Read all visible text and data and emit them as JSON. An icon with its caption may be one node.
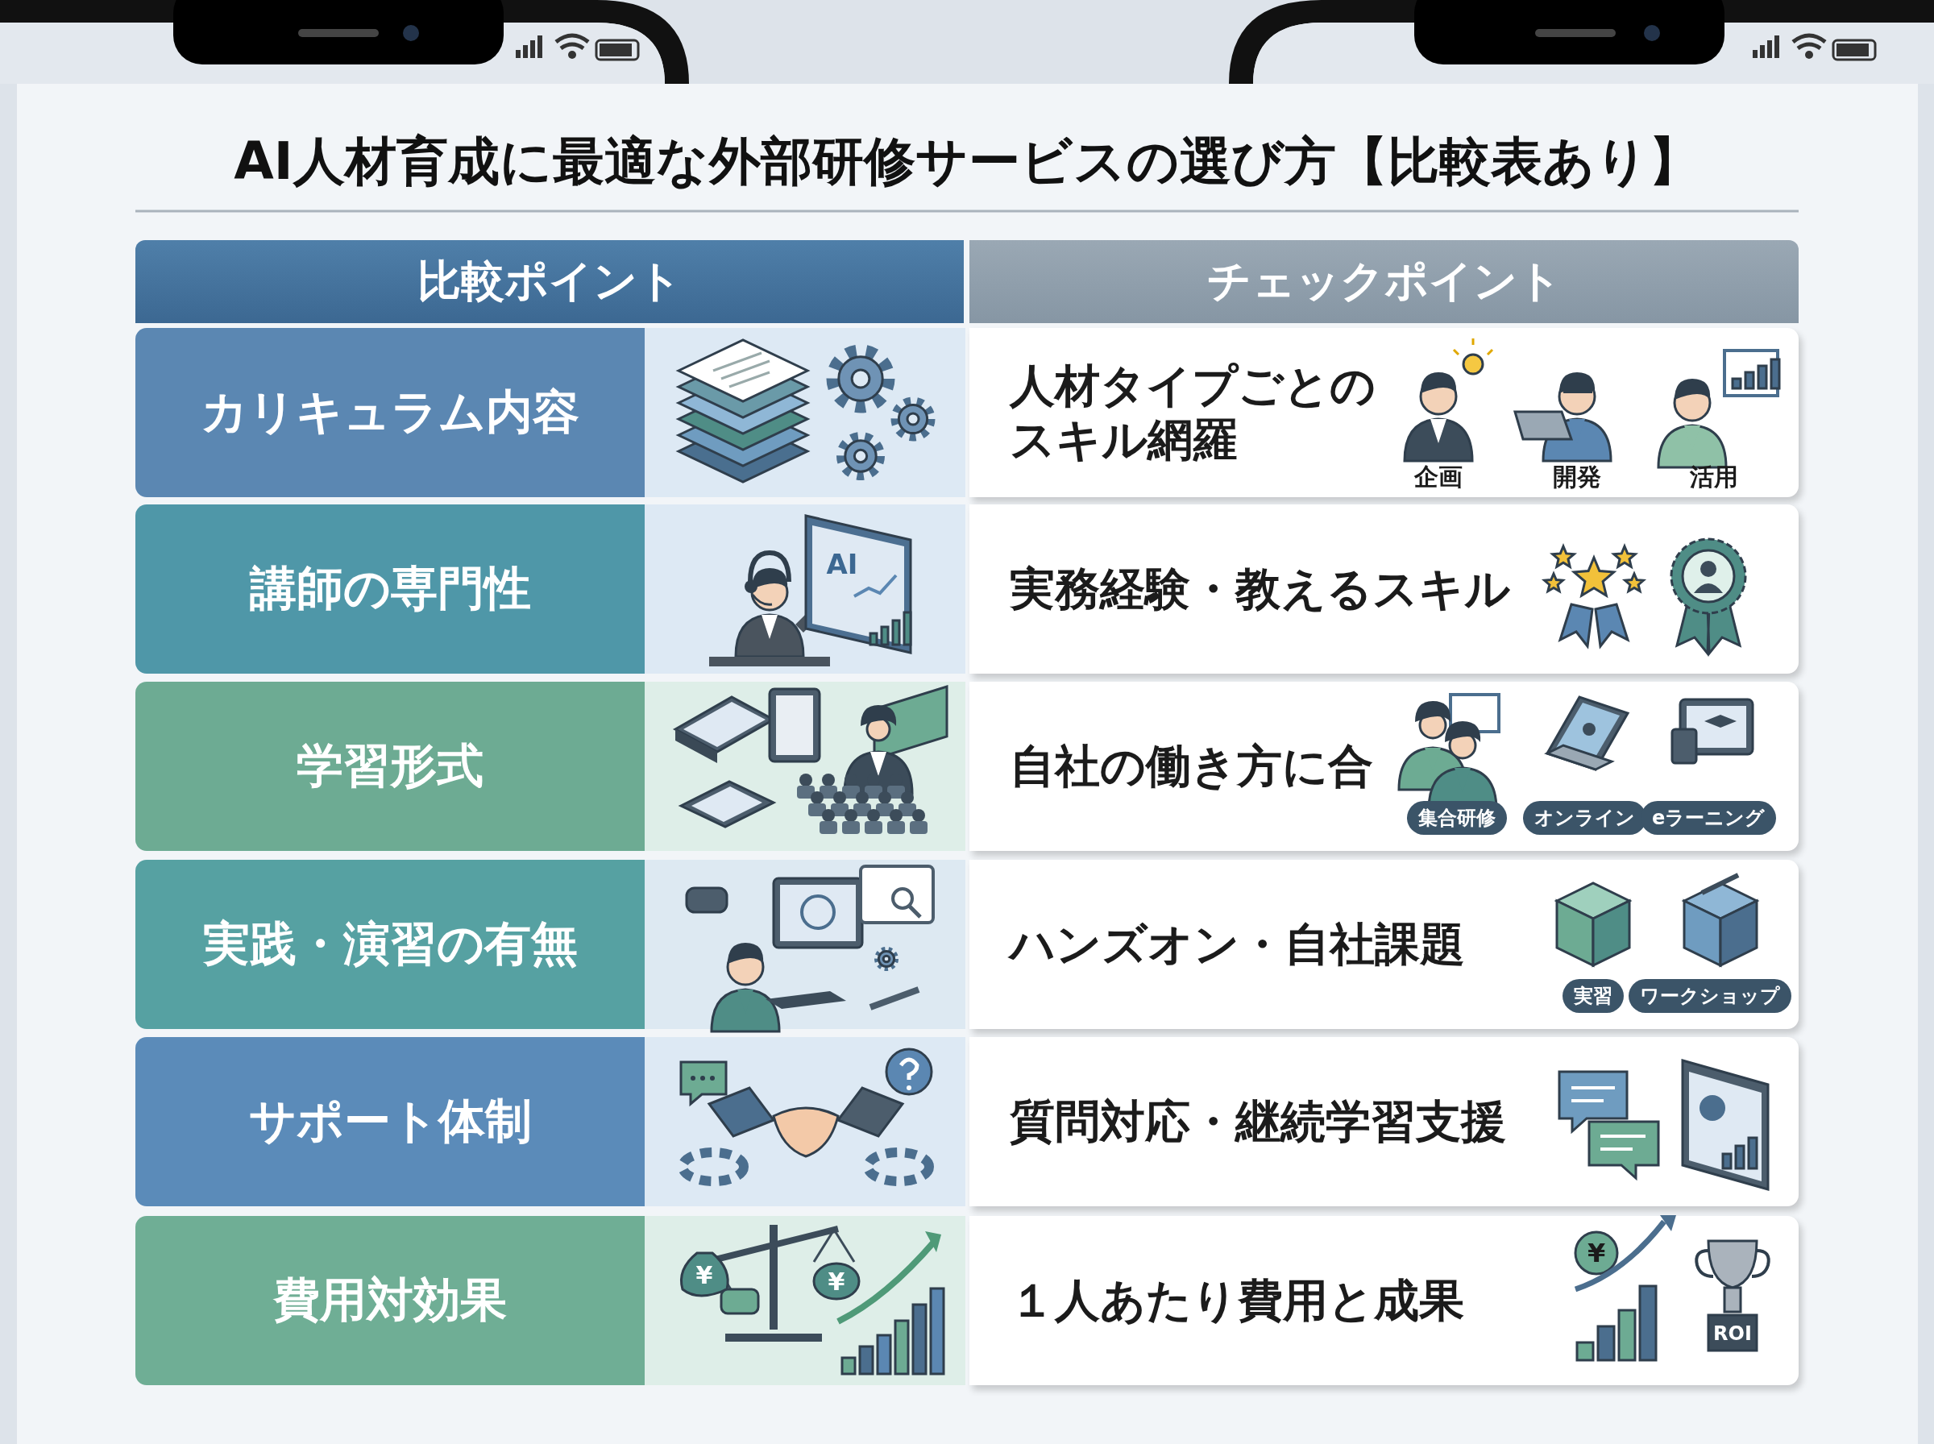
{
  "diagram": {
    "title": "AI人材育成に最適な外部研修サービスの選び方【比較表あり】",
    "labels": [
      "比較ポイント",
      "チェックポイント",
      "カリキュラム内容",
      "人材タイプごとのスキル網羅",
      "企画",
      "開発",
      "活用",
      "講師の専門性",
      "AI",
      "実務経験・教えるスキル",
      "学習形式",
      "自社の働き方に合",
      "集合研修",
      "オンライン",
      "eラーニング",
      "実践・演習の有無",
      "ハンズオン・自社課題",
      "実習",
      "ワークショップ",
      "サポート体制",
      "質問対応・継続学習支援",
      "費用対効果",
      "¥",
      "¥",
      "１人あたり費用と成果",
      "¥",
      "ROI"
    ]
  }
}
